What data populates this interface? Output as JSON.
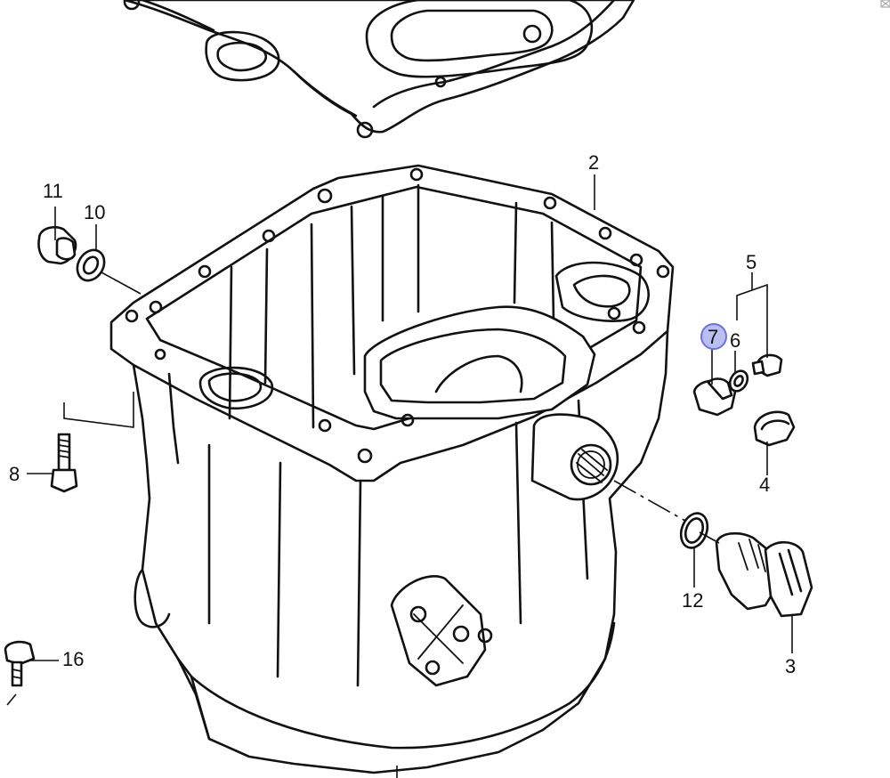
{
  "callouts": {
    "c2": "2",
    "c3": "3",
    "c4": "4",
    "c5": "5",
    "c6": "6",
    "c7": "7",
    "c8": "8",
    "c10": "10",
    "c11": "11",
    "c12": "12",
    "c16": "16"
  },
  "highlighted_callout": "7",
  "colors": {
    "ink": "#111111",
    "highlight": "#b9bff0",
    "background": "#ffffff"
  }
}
